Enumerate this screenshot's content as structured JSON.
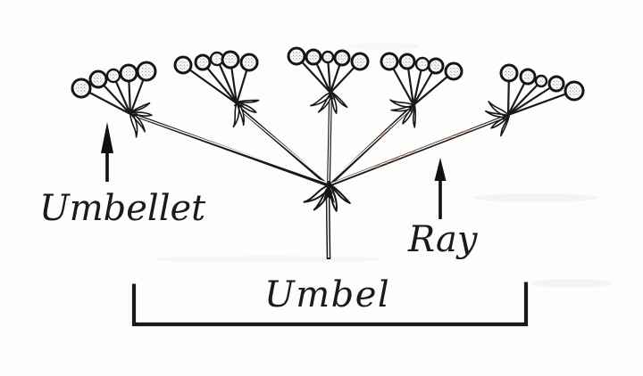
{
  "diagram": {
    "type": "botanical-line-diagram",
    "subject": "Umbel inflorescence structure",
    "labels": {
      "umbellet": "Umbellet",
      "ray": "Ray",
      "umbel": "Umbel"
    },
    "colors": {
      "ink": "#1b1b1b",
      "paper": "#fdfdfc",
      "stipple": "#8f8f8f",
      "red_marks": "#d98f85"
    },
    "structure": {
      "umbellet_count": 5,
      "flowers_per_umbellet": 5,
      "ray_count": 5,
      "annotations": [
        {
          "label": "Umbellet",
          "type": "arrow",
          "target": "leftmost small flower cluster"
        },
        {
          "label": "Ray",
          "type": "arrow",
          "target": "stalk connecting stem apex to an umbellet"
        },
        {
          "label": "Umbel",
          "type": "bracket",
          "target": "entire compound inflorescence"
        }
      ]
    }
  }
}
